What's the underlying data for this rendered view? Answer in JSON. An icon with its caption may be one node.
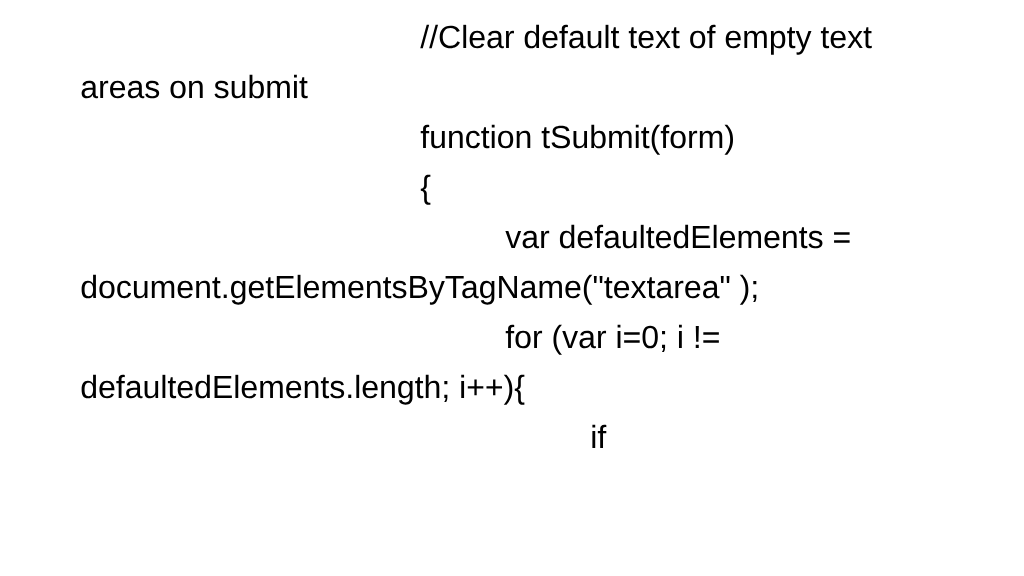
{
  "diagram": {
    "labels": [
      "//Clear default text of empty text areas on submit",
      "function tSubmit(form)",
      "{",
      "var defaultedElements = document.getElementsByTagName(\"textarea\" );",
      "for (var i=0; i != defaultedElements.length; i++){",
      "if"
    ]
  }
}
